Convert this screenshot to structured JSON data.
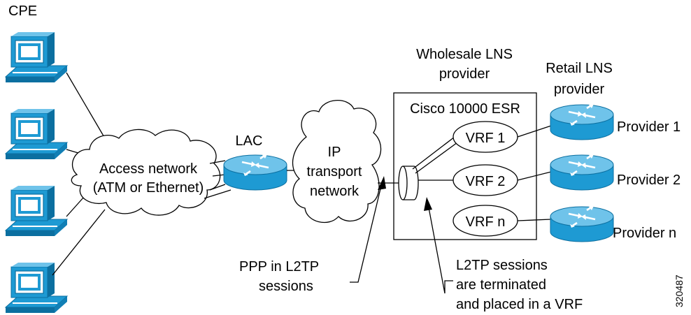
{
  "labels": {
    "cpe": "CPE",
    "access_network_line1": "Access network",
    "access_network_line2": "(ATM or Ethernet)",
    "lac": "LAC",
    "ip_transport_line1": "IP",
    "ip_transport_line2": "transport",
    "ip_transport_line3": "network",
    "wholesale_line1": "Wholesale LNS",
    "wholesale_line2": "provider",
    "retail_line1": "Retail LNS",
    "retail_line2": "provider",
    "esr_box": "Cisco 10000 ESR",
    "vrf1": "VRF 1",
    "vrf2": "VRF 2",
    "vrfn": "VRF n",
    "provider1": "Provider 1",
    "provider2": "Provider 2",
    "providern": "Provider n",
    "ppp_line1": "PPP in L2TP",
    "ppp_line2": "sessions",
    "l2tp_line1": "L2TP sessions",
    "l2tp_line2": "are terminated",
    "l2tp_line3": "and placed in a VRF",
    "figure_id": "320487"
  },
  "colors": {
    "computer_fill": "#1E9AD3",
    "computer_dark": "#0B6FA0",
    "router_fill": "#1E9AD3",
    "router_top": "#6FC3EA",
    "cloud_fill": "#ffffff",
    "line": "#000000"
  },
  "icons": [
    "computer-icon",
    "router-icon",
    "cloud-icon",
    "tunnel-icon"
  ]
}
